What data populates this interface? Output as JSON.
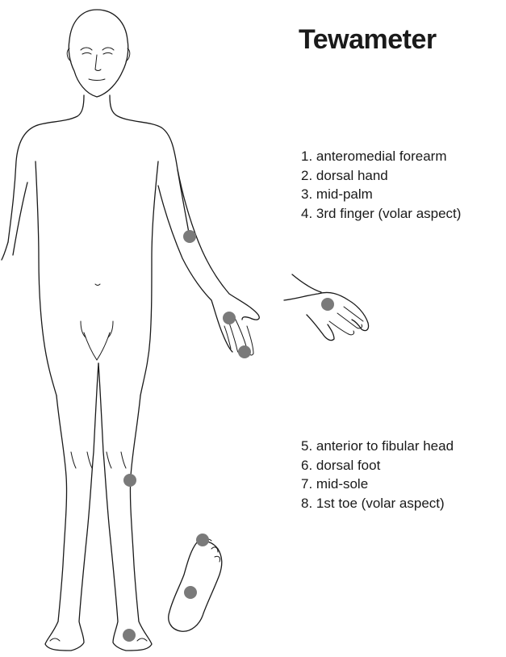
{
  "title": "Tewameter",
  "upper_sites": [
    {
      "number": "1.",
      "label": "anteromedial forearm"
    },
    {
      "number": "2.",
      "label": "dorsal hand"
    },
    {
      "number": "3.",
      "label": "mid-palm"
    },
    {
      "number": "4.",
      "label": "3rd finger (volar aspect)"
    }
  ],
  "lower_sites": [
    {
      "number": "5.",
      "label": "anterior to fibular head"
    },
    {
      "number": "6.",
      "label": "dorsal foot"
    },
    {
      "number": "7.",
      "label": "mid-sole"
    },
    {
      "number": "8.",
      "label": "1st toe (volar aspect)"
    }
  ],
  "marker_color": "#7a7a7a",
  "line_color": "#1a1a1a"
}
